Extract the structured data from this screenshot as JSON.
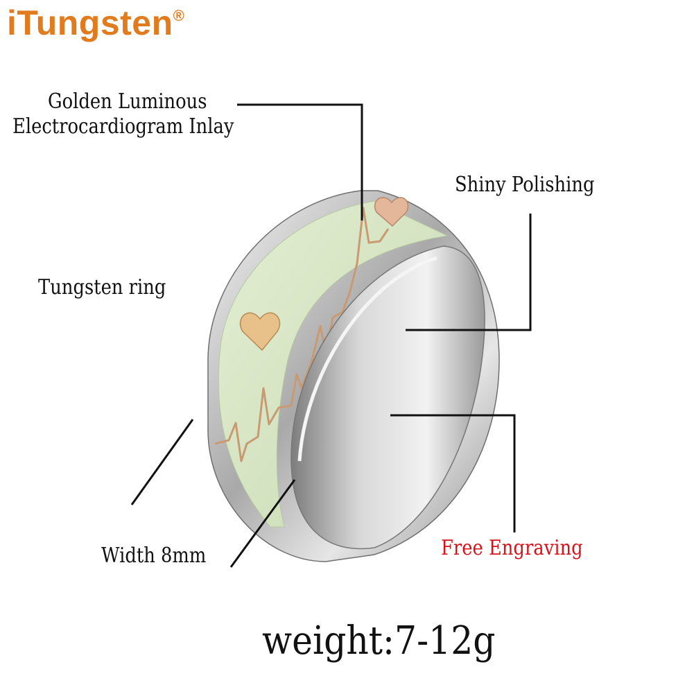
{
  "brand": {
    "name": "iTungsten",
    "mark": "®",
    "color": "#e07c1e"
  },
  "labels": {
    "inlay_line1": "Golden Luminous",
    "inlay_line2": "Electrocardiogram Inlay",
    "polish": "Shiny Polishing",
    "material": "Tungsten ring",
    "width": "Width 8mm",
    "engraving": "Free Engraving"
  },
  "weight": "weight:7-12g",
  "colors": {
    "engraving": "#d9121a",
    "inlay": "#d6e6c4",
    "gold": "#c99a72"
  }
}
